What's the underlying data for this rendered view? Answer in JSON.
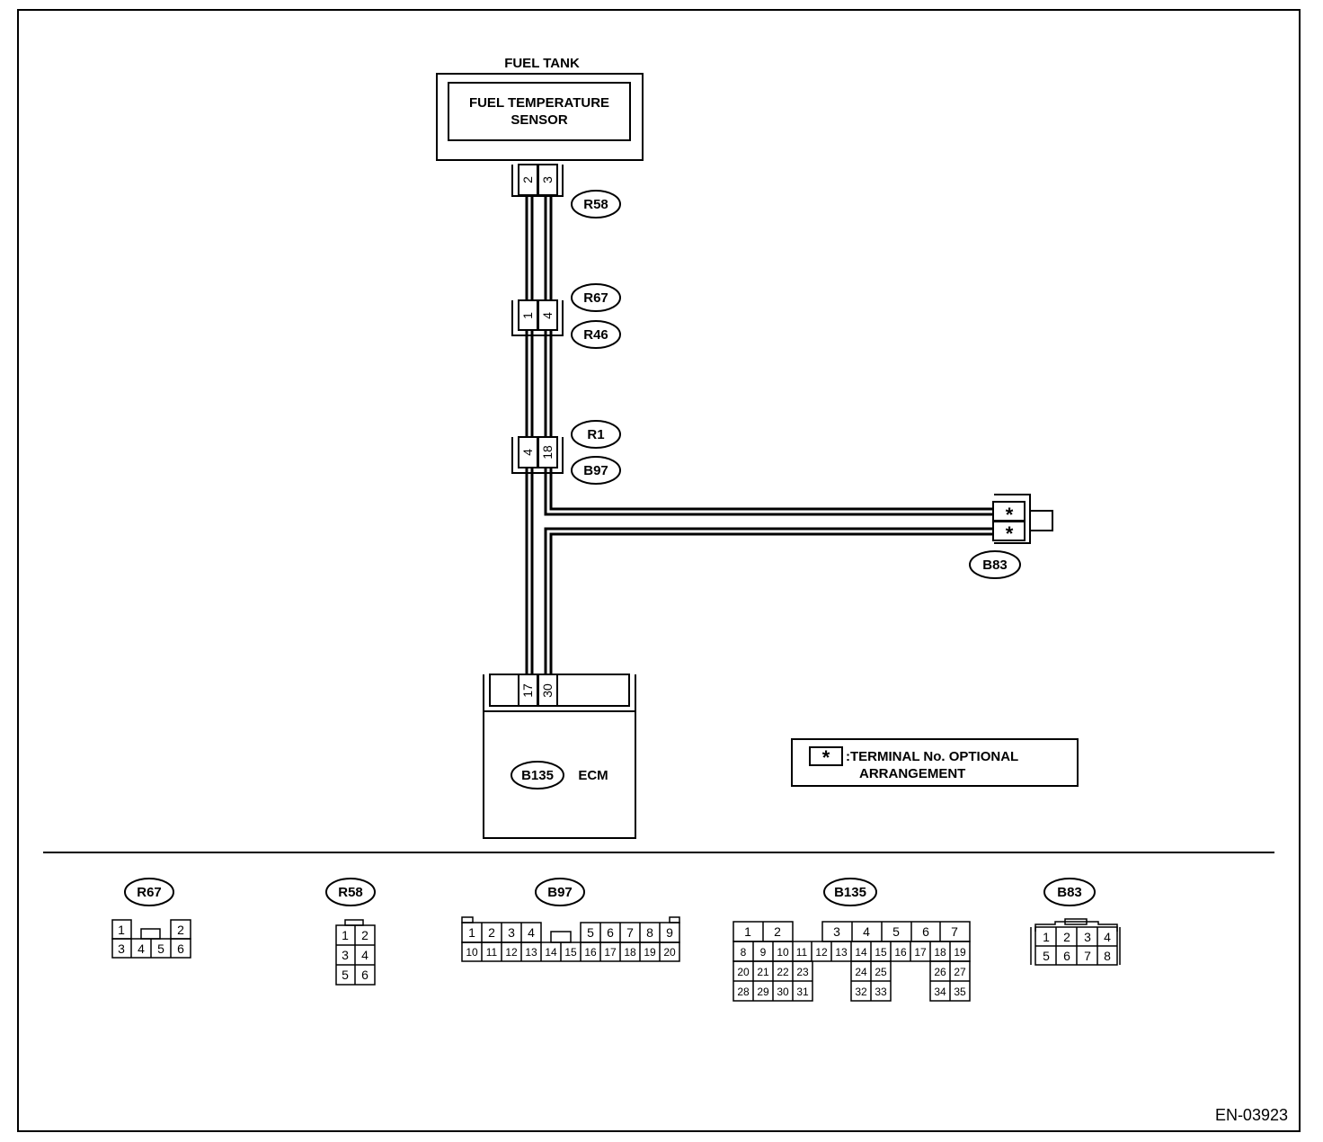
{
  "fuel_tank_label": "FUEL TANK",
  "sensor_label": [
    "FUEL TEMPERATURE",
    "SENSOR"
  ],
  "ecm_label": "ECM",
  "ecm_connector": "B135",
  "connector_tags": {
    "r58": "R58",
    "r67": "R67",
    "r46": "R46",
    "r1": "R1",
    "b97": "B97",
    "b83": "B83"
  },
  "pins": {
    "r58_a": "2",
    "r58_b": "3",
    "r67_a": "1",
    "r67_b": "4",
    "r1_a": "4",
    "r1_b": "18",
    "ecm_a": "17",
    "ecm_b": "30",
    "b83_a": "*",
    "b83_b": "*"
  },
  "legend": {
    "symbol": "*",
    "line1": ":TERMINAL No. OPTIONAL",
    "line2": "ARRANGEMENT"
  },
  "faces": {
    "r67": {
      "label": "R67",
      "top": [
        "1",
        "",
        "",
        "2"
      ],
      "bottom": [
        "3",
        "4",
        "5",
        "6"
      ]
    },
    "r58": {
      "label": "R58",
      "rows": [
        [
          "1",
          "2"
        ],
        [
          "3",
          "4"
        ],
        [
          "5",
          "6"
        ]
      ]
    },
    "b97": {
      "label": "B97",
      "top": [
        "1",
        "2",
        "3",
        "4",
        "",
        "",
        "5",
        "6",
        "7",
        "8",
        "9"
      ],
      "bottom": [
        "10",
        "11",
        "12",
        "13",
        "14",
        "15",
        "16",
        "17",
        "18",
        "19",
        "20"
      ]
    },
    "b135": {
      "label": "B135",
      "top": [
        "1",
        "2",
        "3",
        "4",
        "5",
        "6",
        "7"
      ],
      "row2": [
        "8",
        "9",
        "10",
        "11",
        "12",
        "13",
        "14",
        "15",
        "16",
        "17",
        "18",
        "19"
      ],
      "row3": [
        "20",
        "21",
        "22",
        "23",
        "24",
        "25",
        "26",
        "27"
      ],
      "row4": [
        "28",
        "29",
        "30",
        "31",
        "32",
        "33",
        "34",
        "35"
      ]
    },
    "b83": {
      "label": "B83",
      "top": [
        "1",
        "2",
        "3",
        "4"
      ],
      "bottom": [
        "5",
        "6",
        "7",
        "8"
      ]
    }
  },
  "figure_id": "EN-03923"
}
